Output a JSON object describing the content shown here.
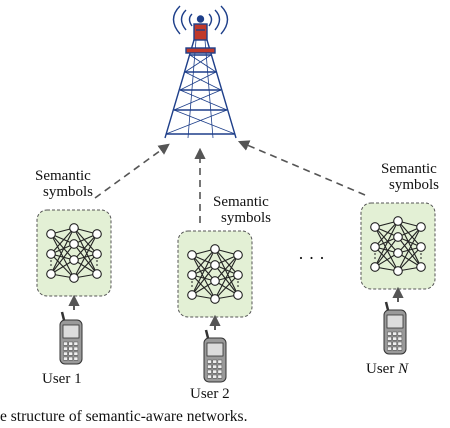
{
  "diagram": {
    "tower": {
      "icon": "cell-tower-icon",
      "color": "#1e3f8a"
    },
    "users": [
      {
        "semantic_label_line1": "Semantic",
        "semantic_label_line2": "symbols",
        "user_label": "User 1"
      },
      {
        "semantic_label_line1": "Semantic",
        "semantic_label_line2": "symbols",
        "user_label_prefix": "User 2",
        "user_label_italic": ""
      },
      {
        "semantic_label_line1": "Semantic",
        "semantic_label_line2": "symbols",
        "user_label_prefix": "User ",
        "user_label_italic": "N"
      }
    ],
    "ellipsis": "· · ·",
    "caption": "e structure of semantic-aware networks.",
    "colors": {
      "network_box_fill": "#e3f0d5",
      "network_box_stroke": "#555555",
      "arrow": "#555555",
      "tower_blue": "#1e3f8a",
      "tower_red": "#c0392b"
    }
  }
}
